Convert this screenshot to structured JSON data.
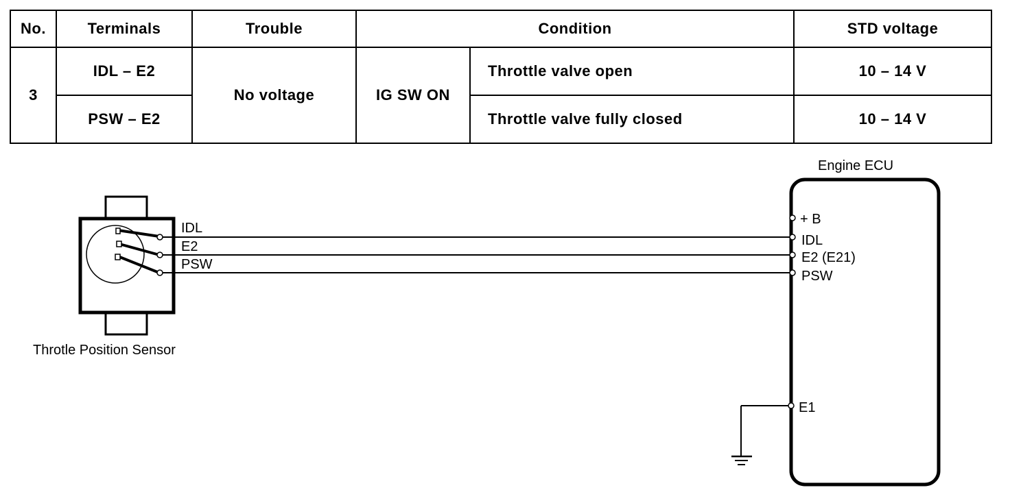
{
  "table": {
    "headers": {
      "no": "No.",
      "terminals": "Terminals",
      "trouble": "Trouble",
      "condition": "Condition",
      "std_voltage": "STD voltage"
    },
    "row": {
      "no": "3",
      "terminals": [
        "IDL –  E2",
        "PSW – E2"
      ],
      "trouble": "No voltage",
      "condition_main": "IG SW ON",
      "conditions": [
        "Throttle valve open",
        "Throttle valve fully closed"
      ],
      "voltages": [
        "10 – 14 V",
        "10 – 14 V"
      ]
    }
  },
  "diagram": {
    "sensor_label": "Throtle Position Sensor",
    "sensor_terminals": [
      "IDL",
      "E2",
      "PSW"
    ],
    "ecu_title": "Engine ECU",
    "ecu_pins": {
      "b": "+ B",
      "idl": "IDL",
      "e2": "E2 (E21)",
      "psw": "PSW",
      "e1": "E1"
    }
  }
}
